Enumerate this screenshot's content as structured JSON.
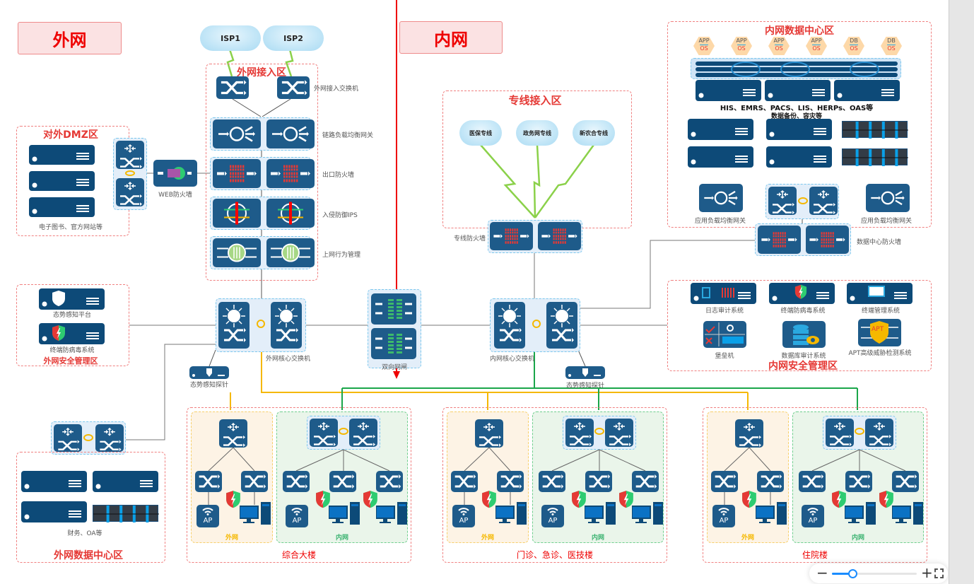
{
  "titles": {
    "outer": "外网",
    "inner": "内网"
  },
  "outer_access": {
    "title": "外网接入区",
    "isp": [
      "ISP1",
      "ISP2"
    ],
    "labels": [
      "外网接入交换机",
      "链路负载均衡网关",
      "出口防火墙",
      "入侵防御IPS",
      "上网行为管理"
    ]
  },
  "dmz": {
    "title": "对外DMZ区",
    "caption": "电子图书、官方网站等"
  },
  "web_fw": "WEB防火墙",
  "outer_security": {
    "title": "外网安全管理区",
    "items": [
      "态势感知平台",
      "终端防病毒系统"
    ]
  },
  "outer_core": "外网核心交换机",
  "probe": "态势感知探针",
  "gap": "双向网闸",
  "outer_dc": {
    "title": "外网数据中心区",
    "caption": "财务、OA等"
  },
  "leased": {
    "title": "专线接入区",
    "lines": [
      "医保专线",
      "政务网专线",
      "新农合专线"
    ],
    "firewall": "专线防火墙"
  },
  "inner_core": "内网核心交换机",
  "inner_dc": {
    "title": "内网数据中心区",
    "vms": [
      {
        "top": "APP",
        "bottom": "OS"
      },
      {
        "top": "APP",
        "bottom": "OS"
      },
      {
        "top": "APP",
        "bottom": "OS"
      },
      {
        "top": "APP",
        "bottom": "OS"
      },
      {
        "top": "DB",
        "bottom": "OS"
      },
      {
        "top": "DB",
        "bottom": "OS"
      }
    ],
    "caption1": "HIS、EMRS、PACS、LIS、HERPs、OAS等",
    "caption2": "数据备份、容灾等",
    "lb": "应用负载均衡网关",
    "fw": "数据中心防火墙"
  },
  "inner_security": {
    "title": "内网安全管理区",
    "items": [
      "日志审计系统",
      "终端防病毒系统",
      "终端管理系统",
      "堡垒机",
      "数据库审计系统",
      "APT高级威胁检测系统"
    ],
    "apt_badge": "APT"
  },
  "buildings": [
    {
      "title": "综合大楼",
      "outer": "外网",
      "inner": "内网",
      "ap": "AP"
    },
    {
      "title": "门诊、急诊、医技楼",
      "outer": "外网",
      "inner": "内网",
      "ap": "AP"
    },
    {
      "title": "住院楼",
      "outer": "外网",
      "inner": "内网",
      "ap": "AP"
    }
  ],
  "zoom": {
    "minus": "−",
    "plus": "+",
    "level_fraction": 0.24
  },
  "colors": {
    "device": "#1e5b8a",
    "server": "#0d4a78",
    "zone_border": "#f08080",
    "outer_link": "#f5b800",
    "inner_link": "#1aa64a",
    "title_red": "#e53935"
  }
}
